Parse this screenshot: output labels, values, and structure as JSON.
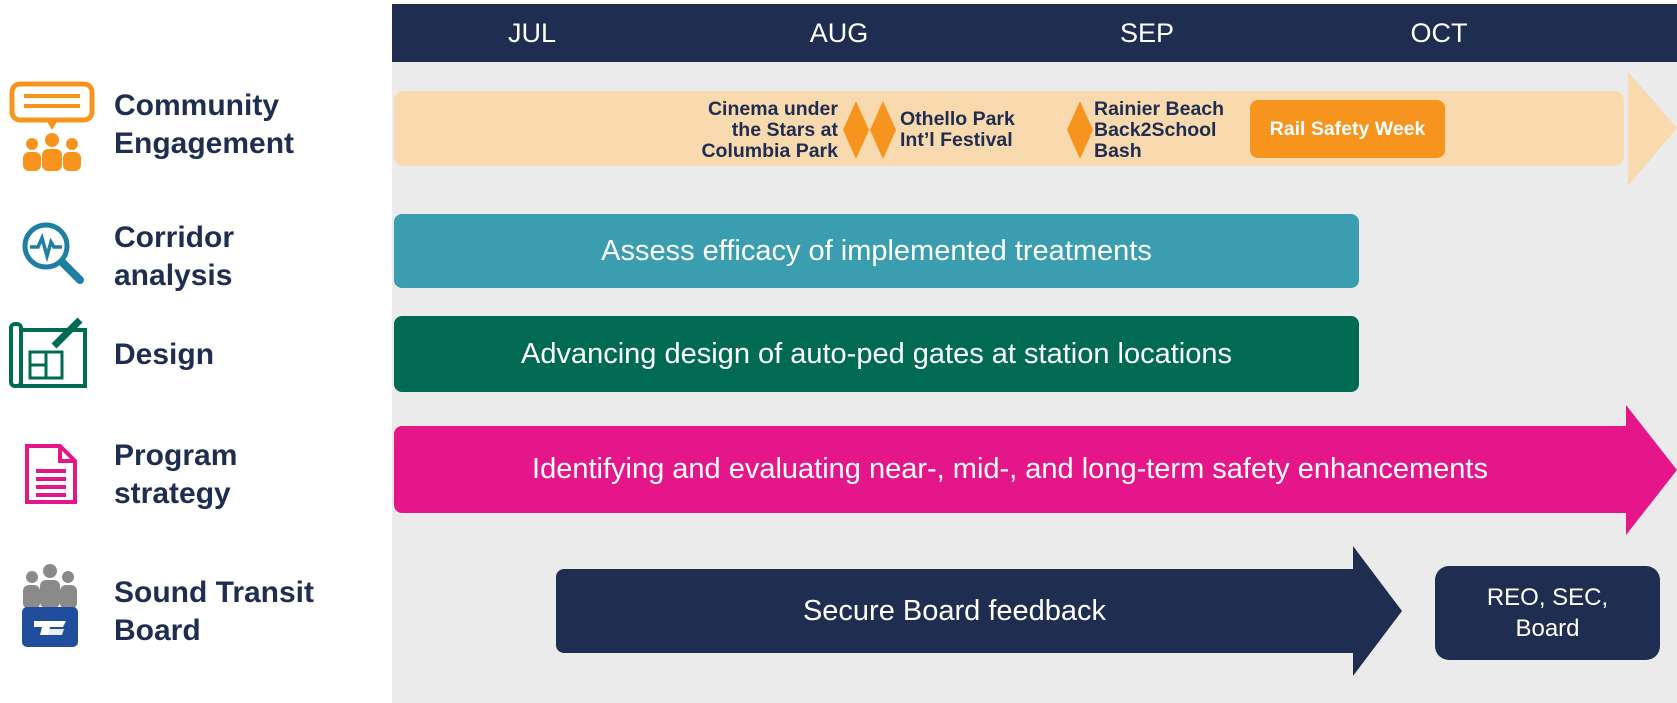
{
  "header": {
    "months": [
      "JUL",
      "AUG",
      "SEP",
      "OCT"
    ]
  },
  "rows": {
    "community": {
      "label_line1": "Community",
      "label_line2": "Engagement",
      "icon": "community-engagement-icon"
    },
    "corridor": {
      "label_line1": "Corridor",
      "label_line2": "analysis",
      "icon": "magnifier-pulse-icon"
    },
    "design": {
      "label": "Design",
      "icon": "blueprint-pencil-icon"
    },
    "program": {
      "label_line1": "Program",
      "label_line2": "strategy",
      "icon": "document-icon"
    },
    "board": {
      "label_line1": "Sound Transit",
      "label_line2": "Board",
      "icon": "board-people-icon"
    }
  },
  "community_events": {
    "cinema": [
      "Cinema under",
      "the Stars at",
      "Columbia Park"
    ],
    "othello": [
      "Othello Park",
      "Int’l Festival"
    ],
    "rainier": [
      "Rainier Beach",
      "Back2School",
      "Bash"
    ],
    "rail_safety_week": "Rail Safety Week"
  },
  "bars": {
    "corridor": "Assess efficacy of implemented treatments",
    "design": "Advancing design of auto-ped gates at station locations",
    "program": "Identifying and evaluating near-, mid-, and long-term safety enhancements",
    "board_feedback": "Secure Board feedback",
    "board_meeting_line1": "REO, SEC,",
    "board_meeting_line2": "Board"
  },
  "colors": {
    "navy": "#1f2d50",
    "community_band": "#f9d9ae",
    "orange": "#f7941d",
    "teal": "#3a9db0",
    "green": "#006b52",
    "magenta": "#e5168a",
    "background": "#ebebeb"
  }
}
